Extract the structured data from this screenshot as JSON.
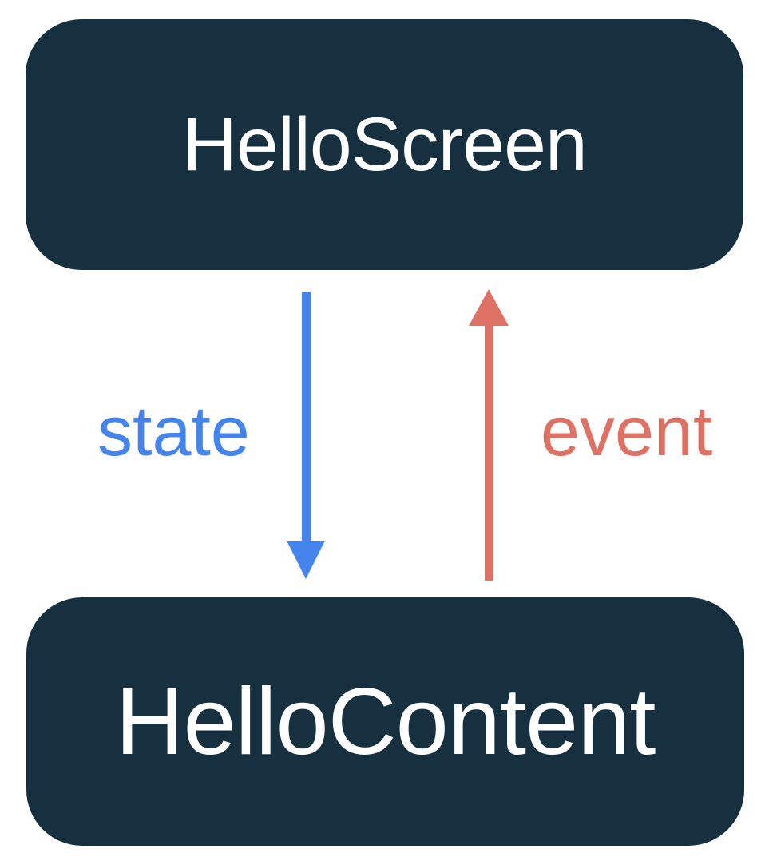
{
  "diagram": {
    "nodes": [
      {
        "id": "hello-screen",
        "label": "HelloScreen"
      },
      {
        "id": "hello-content",
        "label": "HelloContent"
      }
    ],
    "edges": [
      {
        "label": "state",
        "from": "hello-screen",
        "to": "hello-content",
        "direction": "down",
        "icon": "arrow-down-icon",
        "color": "#4484ec"
      },
      {
        "label": "event",
        "from": "hello-content",
        "to": "hello-screen",
        "direction": "up",
        "icon": "arrow-up-icon",
        "color": "#dd7164"
      }
    ]
  },
  "colors": {
    "node-bg": "#16303f",
    "node-text": "#ffffff",
    "state-blue": "#4484ec",
    "event-red": "#dd7164",
    "page-bg": "#ffffff"
  }
}
